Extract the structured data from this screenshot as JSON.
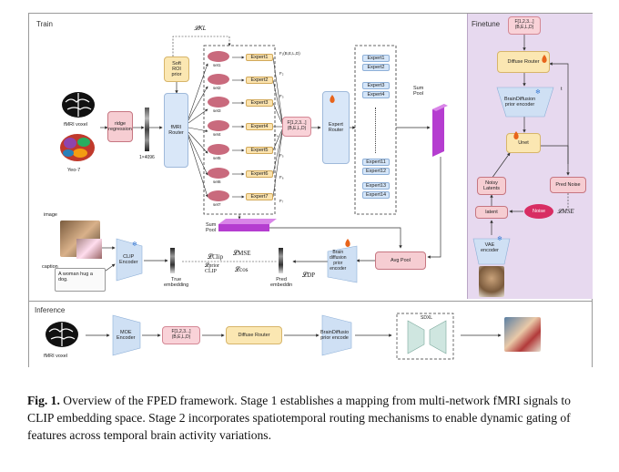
{
  "panels": {
    "train": "Train",
    "finetune": "Finetune",
    "inference": "Inference"
  },
  "train": {
    "fmri_voxel": "fMRI voxel",
    "yeo": "Yeo-7",
    "ridge": "ridge\nregression",
    "dim": "1×4096",
    "soft_roi": "Soft\nROI\nprior",
    "fmri_router": "fMRI\nRouter",
    "sets": [
      "set1",
      "set2",
      "set3",
      "set4",
      "set5",
      "set6",
      "set7"
    ],
    "experts": [
      "Expert1",
      "Expert2",
      "Expert3",
      "Expert4",
      "Expert5",
      "Expert6",
      "Expert7"
    ],
    "f_labels": [
      "F₁(B,E,L,D)",
      "F₂",
      "F₃",
      "F₄",
      "F₅",
      "F₆",
      "F₇"
    ],
    "f_box": "F[1,2,3...]\n(B,E,L,D)",
    "expert_router": "Expert\nRouter",
    "expert_list": [
      "Expert1",
      "Expert2",
      "Expert3",
      "Expert4",
      "Expert11",
      "Expert12",
      "Expert13",
      "Expert14"
    ],
    "sum_pool": "Sum\nPool",
    "sum_pool_bottom": "Sum\nPool",
    "kl": "𝓛KL",
    "image": "image",
    "caption": "caption",
    "caption_text": "A woman hug a\ndog.",
    "clip_encoder": "CLIP\nEncoder",
    "true_embedding": "True\nembedding",
    "loss_clip": "𝓛Clip",
    "loss_mse": "𝓛MSE",
    "loss_prior": "𝓛prior\nCLIP",
    "loss_cos": "𝓛cos",
    "loss_dp": "𝓛DP",
    "pred_embedding": "Pred\nembeddin",
    "brain_diff_prior": "Brain\ndiffusion\nprior\nencoder",
    "avg_pool": "Avg Pool"
  },
  "finetune": {
    "f_box": "F[1,2,3...]\n(B,E,L,D)",
    "diffuse_router": "Diffuse Router",
    "brain_diffusion": "BrainDiffusion\nprior encoder",
    "t": "t",
    "unet": "Unet",
    "noisy_latents": "Noisy\nLatents",
    "pred_noise": "Pred Noise",
    "latent": "latent",
    "noise": "Noise",
    "loss_mse": "𝓛MSE",
    "vae_encoder": "VAE\nencoder"
  },
  "inference": {
    "fmri_voxel": "fMRI voxel",
    "moe_encoder": "MOE\nEncoder",
    "f_box": "F[1,2,3...]\n(B,E,L,D)",
    "diffuse_router": "Diffuse Router",
    "brain_diffusion": "BrainDiffusio\nprior encode",
    "sdxl": "SDXL"
  },
  "caption": {
    "fig": "Fig. 1.",
    "text": " Overview of the FPED framework. Stage 1 establishes a mapping from multi-network fMRI signals to CLIP embedding space. Stage 2 incorporates spatiotemporal routing mechanisms to enable dynamic gating of features across temporal brain activity variations."
  },
  "colors": {
    "train_bg": "#ffffff",
    "finetune_bg": "#e7d9ef",
    "inference_bg": "#ffffff",
    "purple_bar": "#b53dd0",
    "arrow": "#333333"
  }
}
